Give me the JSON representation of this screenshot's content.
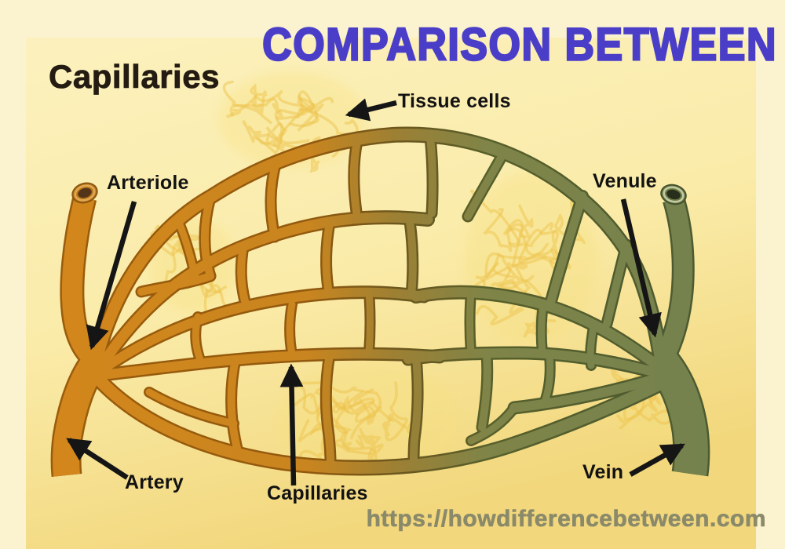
{
  "title": "COMPARISON BETWEEN",
  "heading": "Capillaries",
  "labels": {
    "tissue_cells": "Tissue cells",
    "arteriole": "Arteriole",
    "venule": "Venule",
    "artery": "Artery",
    "capillaries": "Capillaries",
    "vein": "Vein"
  },
  "watermark": "https://howdifferencebetween.com",
  "colors": {
    "title_purple": "#4A3EC8",
    "label_black": "#121212",
    "watermark_gray": "#8A8A6B",
    "background_yellow": "#FBF3CF",
    "panel_gold": "#F2D77C",
    "artery_orange": "#D2861C",
    "vein_olive": "#74824E",
    "tissue_yellow": "#EEC44E"
  }
}
